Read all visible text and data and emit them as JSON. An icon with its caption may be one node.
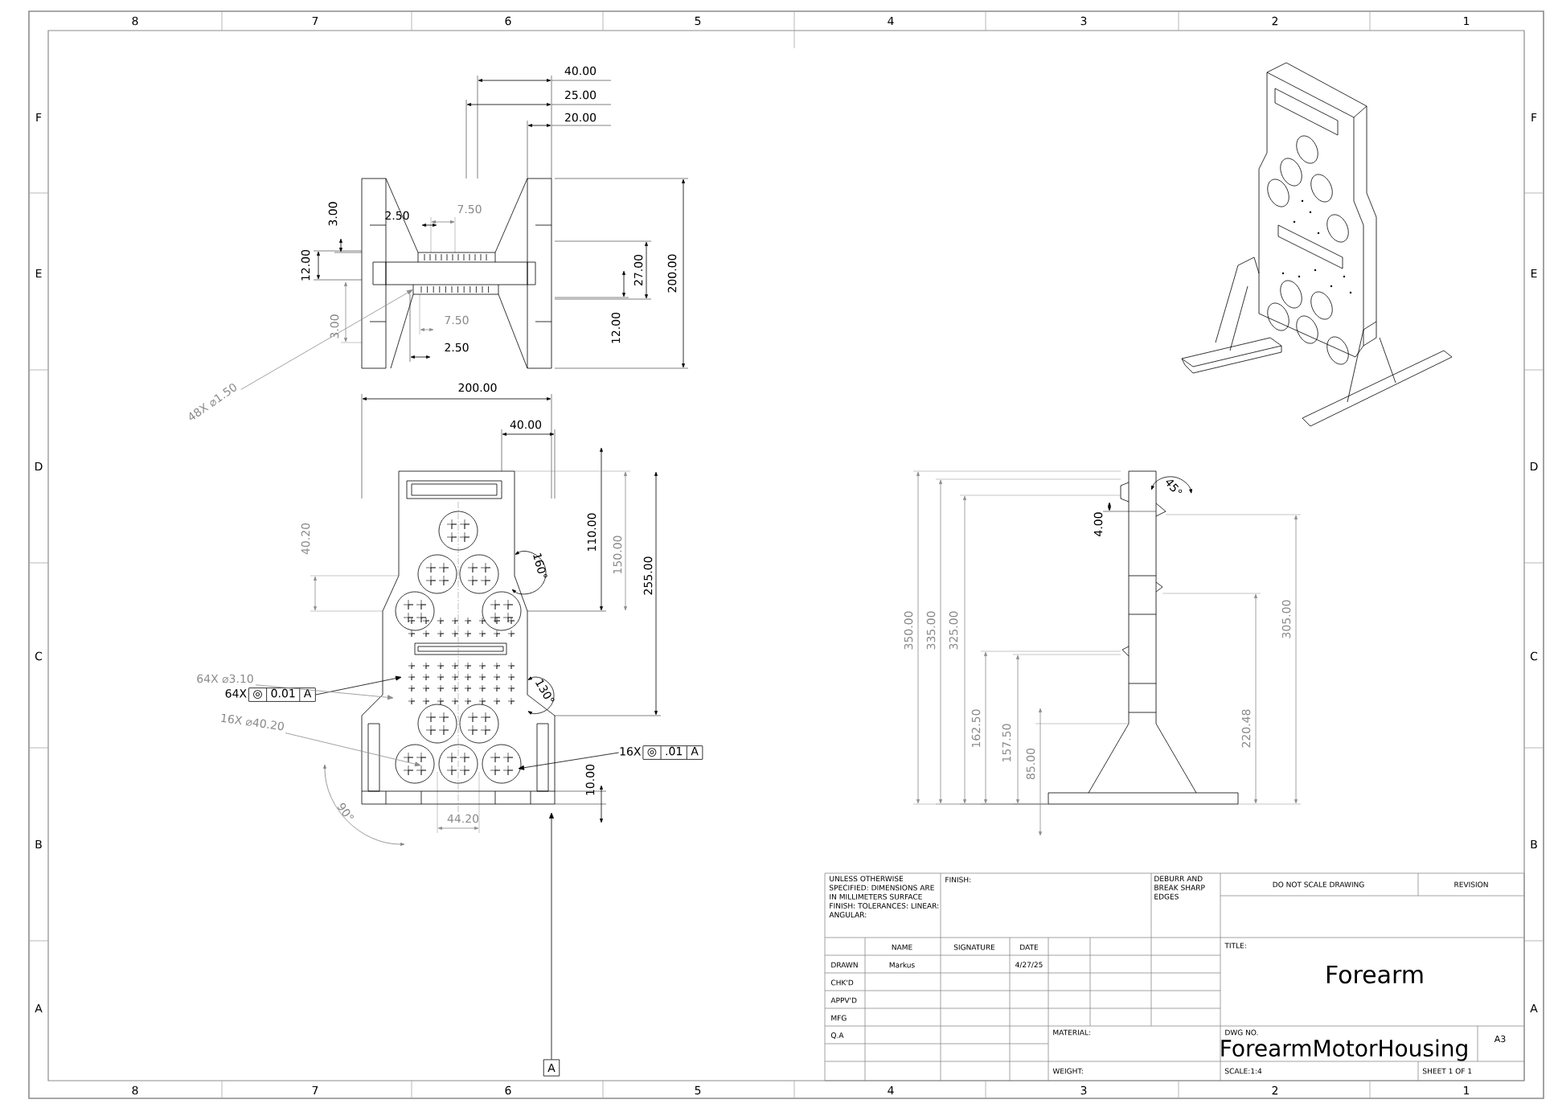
{
  "diagram": {
    "nodes": [
      {
        "text": [
          "64X",
          "◎",
          "0.01",
          "A"
        ]
      },
      {
        "text": [
          "16X",
          "◎",
          ".01",
          "A"
        ]
      },
      {
        "text": [
          "A"
        ]
      },
      {
        "text": [
          "48X ⌀1.50"
        ]
      },
      {
        "text": [
          "64X ⌀3.10"
        ]
      },
      {
        "text": [
          "16X ⌀40.20"
        ]
      },
      {
        "text": [],
        "shape": "picture"
      },
      {
        "text": [],
        "shape": "picture"
      }
    ],
    "edges": [
      {
        "from": 0,
        "to": 7,
        "arrow": "to"
      },
      {
        "from": 1,
        "to": 7,
        "arrow": "to"
      },
      {
        "from": 2,
        "to": 7,
        "arrow": "to"
      },
      {
        "from": 3,
        "to": 6,
        "arrow": "to",
        "color": "#8a8a8a"
      },
      {
        "from": 4,
        "to": 7,
        "arrow": "to",
        "color": "#8a8a8a"
      },
      {
        "from": 5,
        "to": 7,
        "arrow": "to",
        "color": "#8a8a8a"
      }
    ],
    "labels": [
      "8",
      "7",
      "6",
      "5",
      "4",
      "3",
      "2",
      "1",
      "F",
      "E",
      "D",
      "C",
      "B",
      "A",
      "F",
      "E",
      "D",
      "C",
      "B",
      "A",
      "40.00",
      "25.00",
      "20.00",
      "7.50",
      "2.50",
      "3.00",
      "12.00",
      "27.00",
      "200.00",
      "3.00",
      "7.50",
      "12.00",
      "2.50",
      "200.00",
      "40.00",
      "40.20",
      "110.00",
      "160°",
      "150.00",
      "255.00",
      "130°",
      "10.00",
      "90°",
      "44.20",
      "45°",
      "4.00",
      "350.00",
      "335.00",
      "325.00",
      "305.00",
      "162.50",
      "157.50",
      "220.48",
      "85.00",
      "UNLESS OTHERWISE SPECIFIED: DIMENSIONS ARE IN MILLIMETERS SURFACE FINISH: TOLERANCES: LINEAR: ANGULAR:",
      "FINISH:",
      "DEBURR AND BREAK SHARP EDGES",
      "DO NOT SCALE DRAWING",
      "REVISION",
      "NAME",
      "SIGNATURE",
      "DATE",
      "DRAWN",
      "Markus",
      "4/27/25",
      "CHK'D",
      "APPV'D",
      "MFG",
      "Q.A",
      "MATERIAL:",
      "WEIGHT:",
      "TITLE:",
      "Forearm",
      "DWG NO.",
      "ForearmMotorHousing",
      "A3",
      "SCALE:1:4",
      "SHEET 1 OF 1",
      "8",
      "7",
      "6",
      "5",
      "4",
      "3",
      "2",
      "1"
    ]
  }
}
